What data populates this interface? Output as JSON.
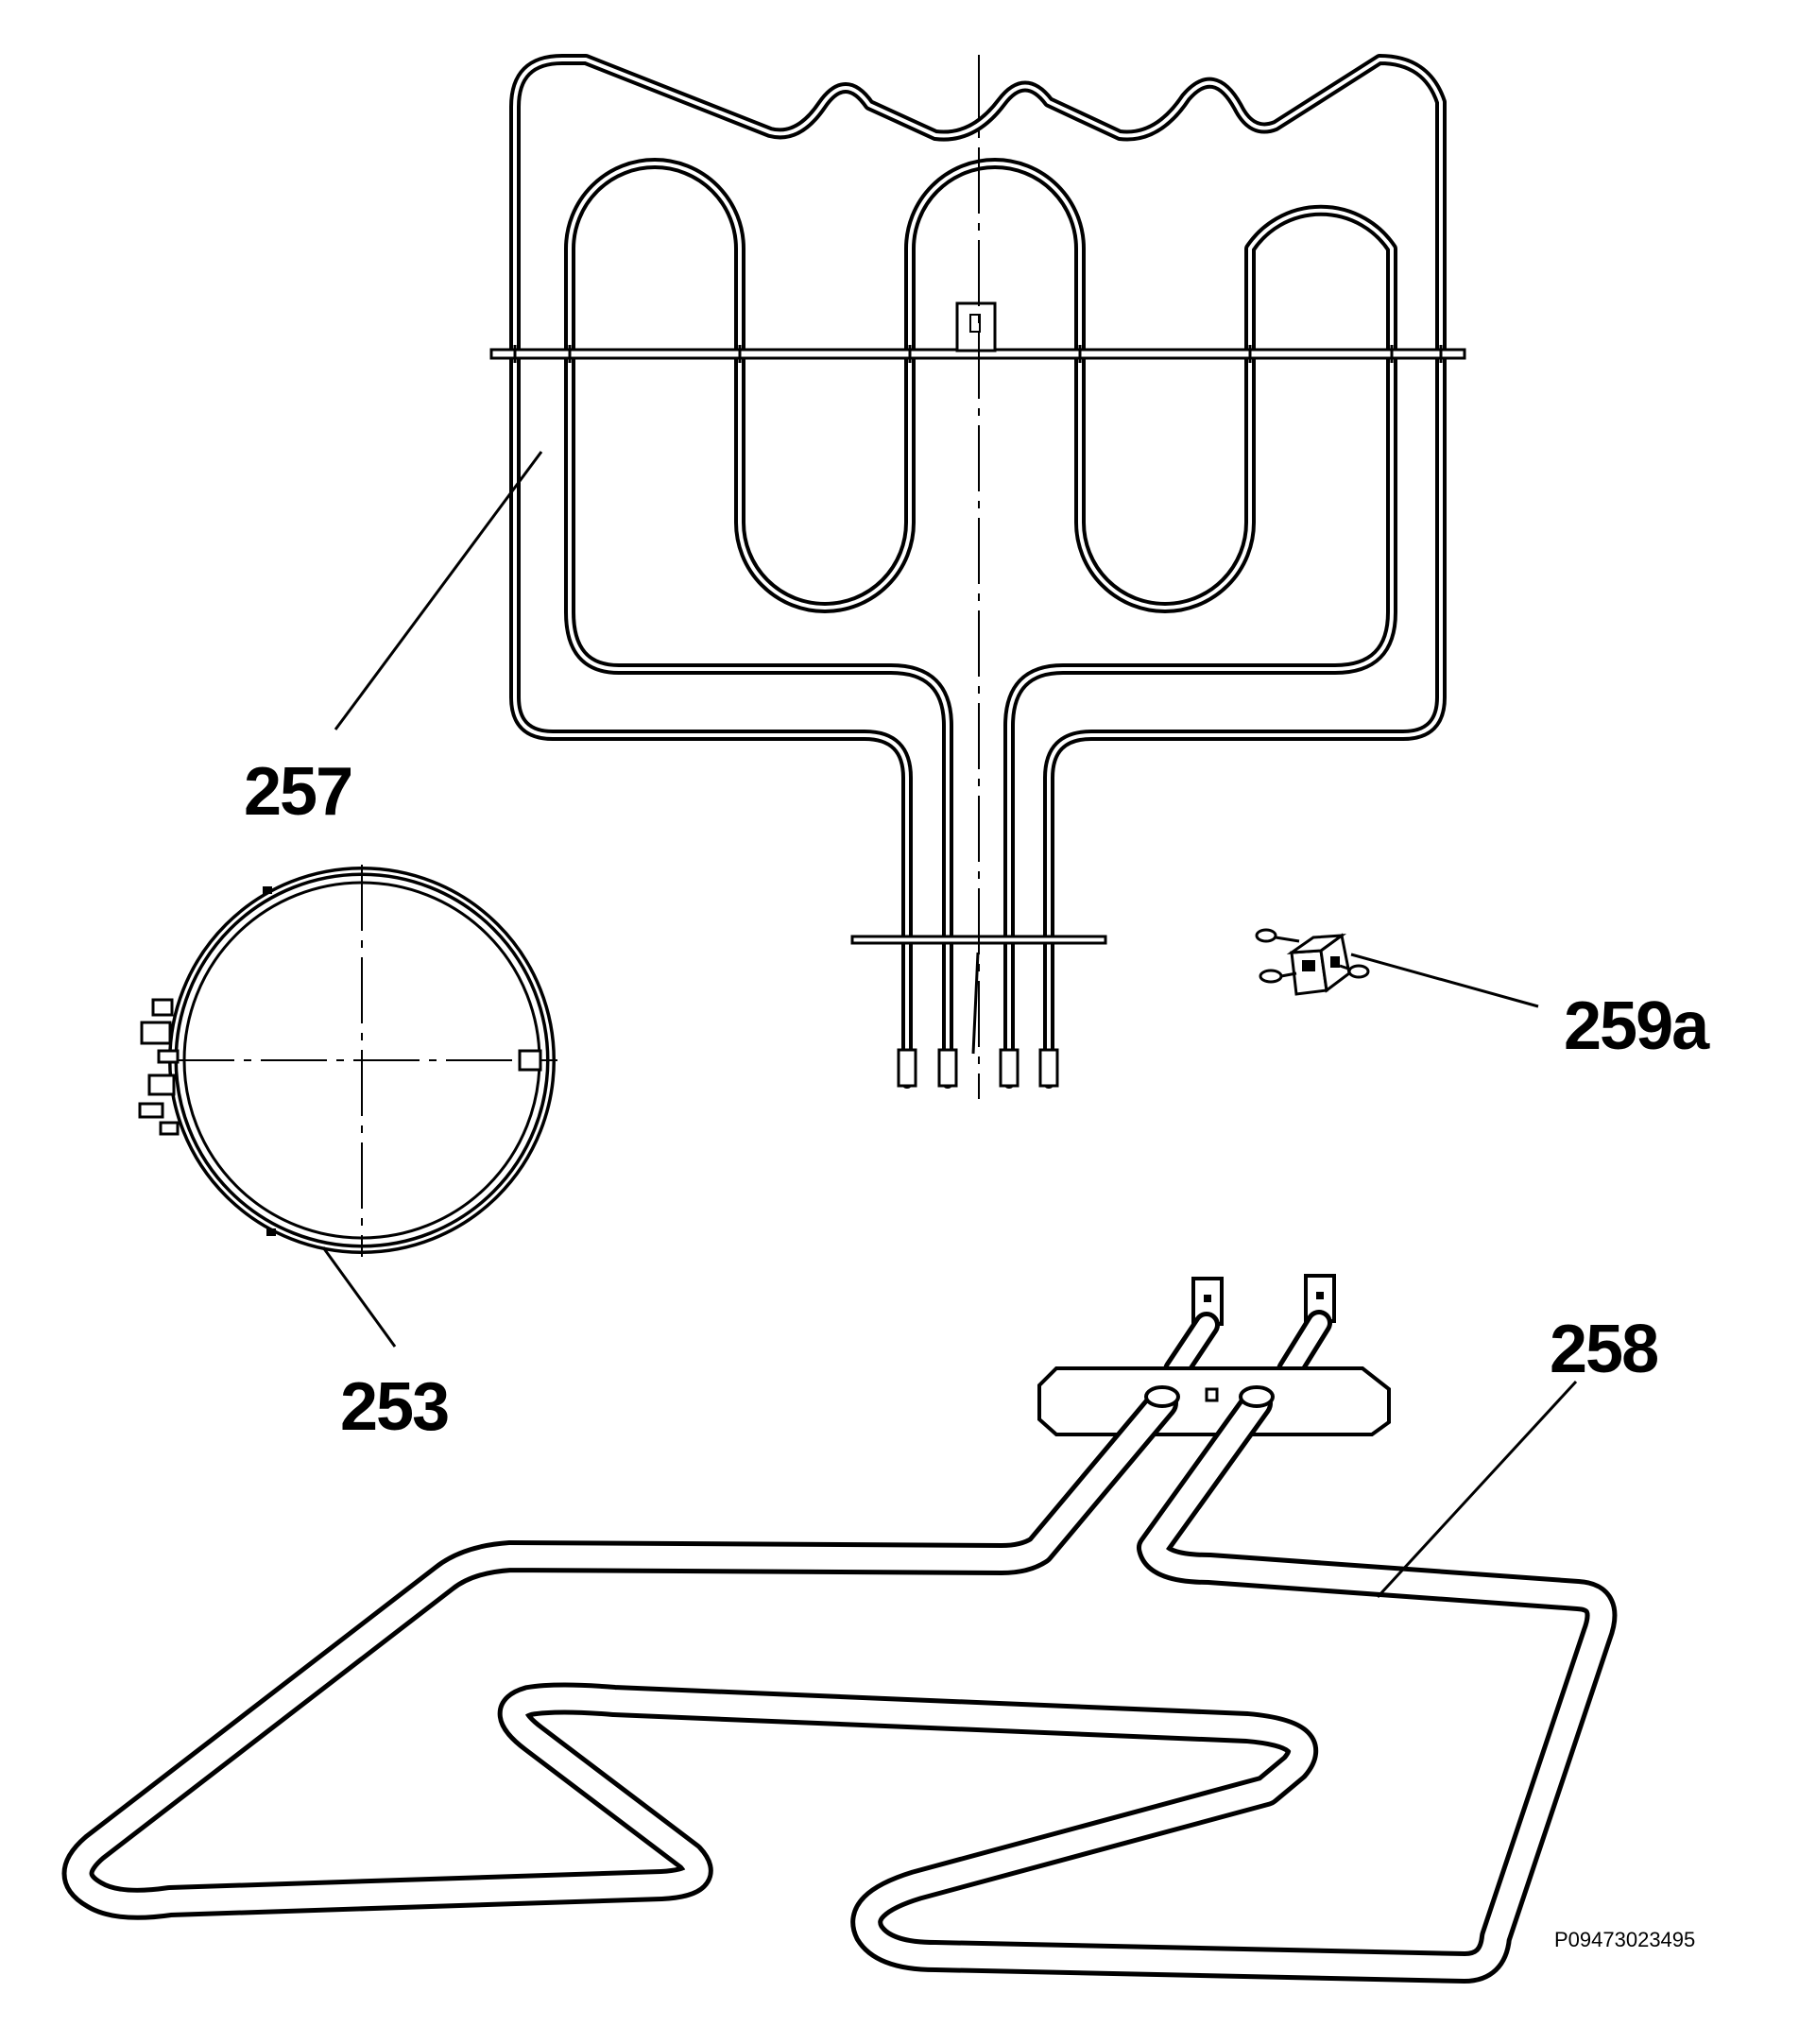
{
  "labels": {
    "p257": "257",
    "p253": "253",
    "p259a": "259a",
    "p258": "258"
  },
  "drawing_code": "P09473023495",
  "colors": {
    "line": "#000000",
    "background": "#ffffff"
  }
}
